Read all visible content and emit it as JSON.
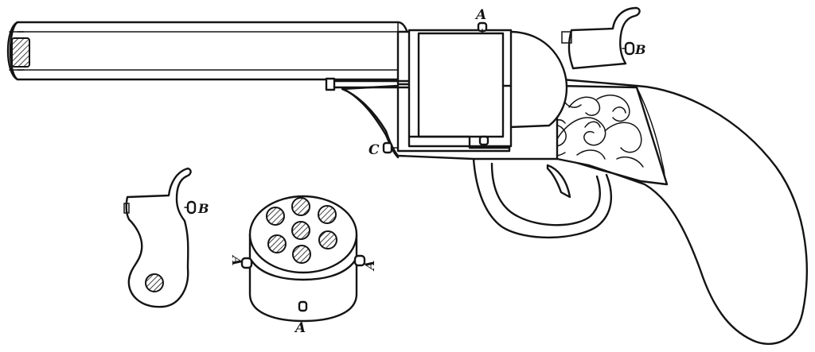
{
  "labels": {
    "cylinder_top": "A",
    "hammer_side": "B",
    "hammer_detail": "B",
    "pin": "C",
    "cylinder_bottom": "A",
    "cylinder_left": "A",
    "cylinder_right": "A"
  },
  "colors": {
    "ink": "#141414",
    "paper": "#ffffff"
  }
}
